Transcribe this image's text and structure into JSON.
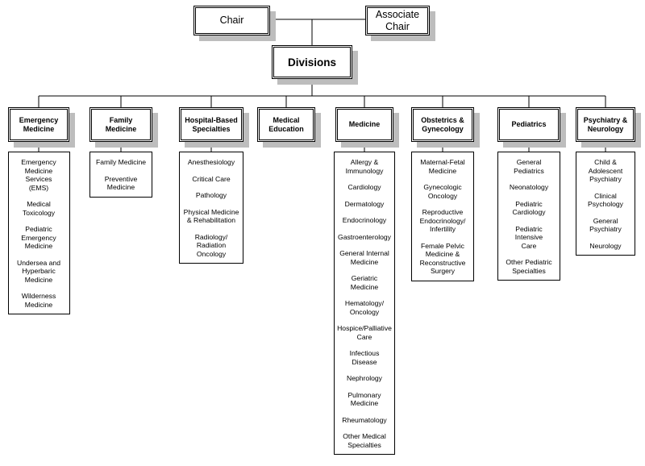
{
  "top": {
    "chair": "Chair",
    "associate_chair": [
      "Associate",
      "Chair"
    ],
    "divisions": "Divisions"
  },
  "categories": [
    {
      "title": [
        "Emergency",
        "Medicine"
      ],
      "items": [
        [
          "Emergency",
          "Medicine Services",
          "(EMS)"
        ],
        [
          "Medical Toxicology"
        ],
        [
          "Pediatric",
          "Emergency",
          "Medicine"
        ],
        [
          "Undersea and",
          "Hyperbaric",
          "Medicine"
        ],
        [
          "Wilderness",
          "Medicine"
        ]
      ]
    },
    {
      "title": [
        "Family Medicine"
      ],
      "items": [
        [
          "Family Medicine"
        ],
        [
          "Preventive",
          "Medicine"
        ]
      ]
    },
    {
      "title": [
        "Hospital-Based",
        "Specialties"
      ],
      "items": [
        [
          "Anesthesiology"
        ],
        [
          "Critical Care"
        ],
        [
          "Pathology"
        ],
        [
          "Physical Medicine",
          "& Rehabilitation"
        ],
        [
          "Radiology/",
          "Radiation Oncology"
        ]
      ]
    },
    {
      "title": [
        "Medical",
        "Education"
      ],
      "items": []
    },
    {
      "title": [
        "Medicine"
      ],
      "items": [
        [
          "Allergy &",
          "Immunology"
        ],
        [
          "Cardiology"
        ],
        [
          "Dermatology"
        ],
        [
          "Endocrinology"
        ],
        [
          "Gastroenterology"
        ],
        [
          "General Internal",
          "Medicine"
        ],
        [
          "Geriatric Medicine"
        ],
        [
          "Hematology/",
          "Oncology"
        ],
        [
          "Hospice/Palliative",
          "Care"
        ],
        [
          "Infectious Disease"
        ],
        [
          "Nephrology"
        ],
        [
          "Pulmonary",
          "Medicine"
        ],
        [
          "Rheumatology"
        ],
        [
          "Other Medical",
          "Specialties"
        ]
      ]
    },
    {
      "title": [
        "Obstetrics &",
        "Gynecology"
      ],
      "items": [
        [
          "Maternal-Fetal",
          "Medicine"
        ],
        [
          "Gynecologic",
          "Oncology"
        ],
        [
          "Reproductive",
          "Endocrinology/",
          "Infertility"
        ],
        [
          "Female Pelvic",
          "Medicine &",
          "Reconstructive",
          "Surgery"
        ]
      ]
    },
    {
      "title": [
        "Pediatrics"
      ],
      "items": [
        [
          "General Pediatrics"
        ],
        [
          "Neonatology"
        ],
        [
          "Pediatric",
          "Cardiology"
        ],
        [
          "Pediatric Intensive",
          "Care"
        ],
        [
          "Other Pediatric",
          "Specialties"
        ]
      ]
    },
    {
      "title": [
        "Psychiatry &",
        "Neurology"
      ],
      "items": [
        [
          "Child & Adolescent",
          "Psychiatry"
        ],
        [
          "Clinical Psychology"
        ],
        [
          "General Psychiatry"
        ],
        [
          "Neurology"
        ]
      ]
    }
  ]
}
